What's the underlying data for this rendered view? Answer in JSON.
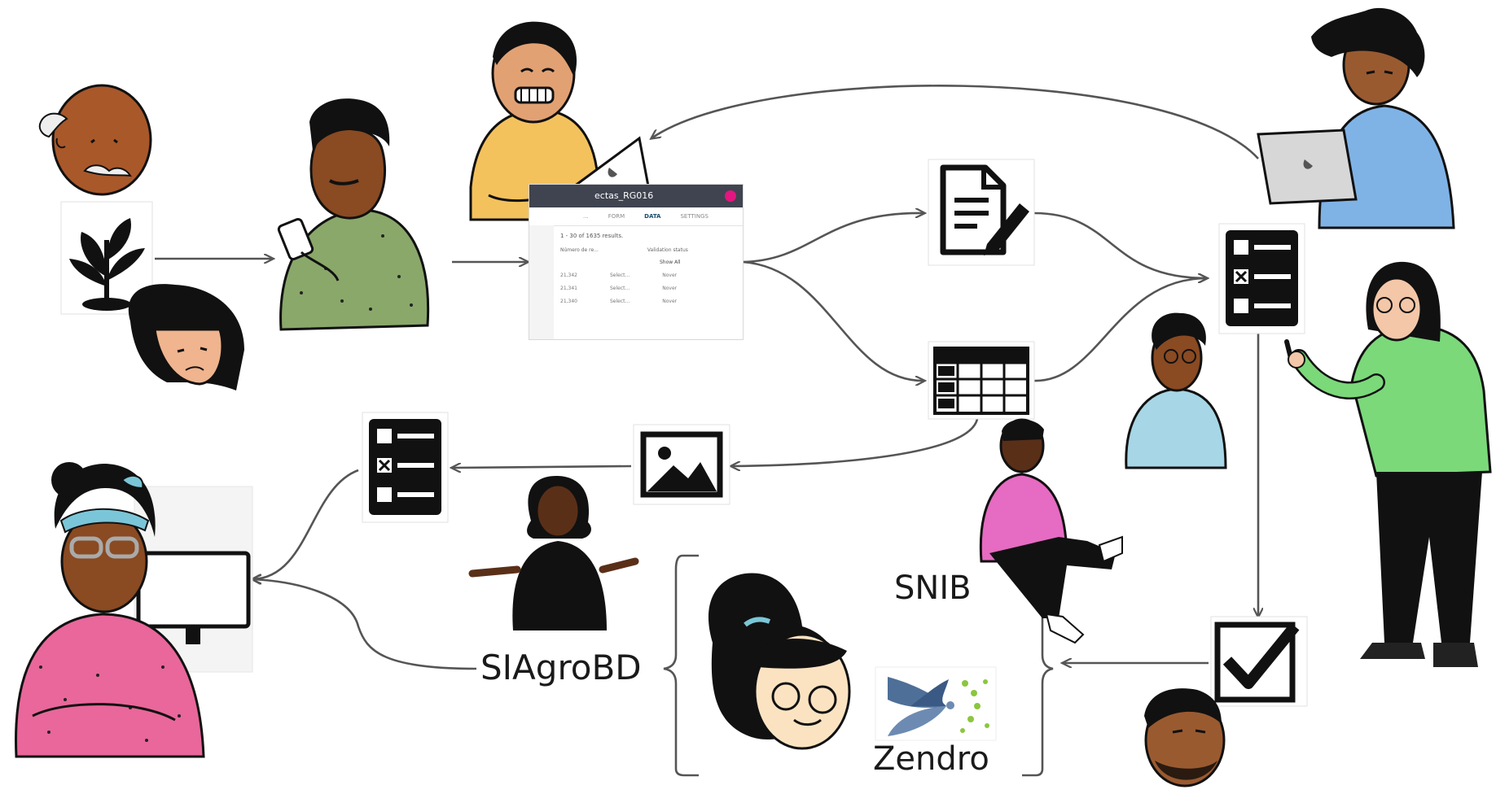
{
  "labels": {
    "siagrobd": "SIAgroBD",
    "snib": "SNIB",
    "zendro": "Zendro"
  },
  "screenshot": {
    "title": "ectas_RG016",
    "tabs": [
      "...",
      "FORM",
      "DATA",
      "SETTINGS"
    ],
    "active_tab": "DATA",
    "results": "1 - 30 of 1635 results.",
    "col1": "Número de re...",
    "col2": "Validation status",
    "filter": "Show All",
    "rows": [
      {
        "id": "21,342",
        "select": "Select...",
        "status": "Nover"
      },
      {
        "id": "21,341",
        "select": "Select...",
        "status": "Nover"
      },
      {
        "id": "21,340",
        "select": "Select...",
        "status": "Nover"
      }
    ]
  },
  "colors": {
    "arrow": "#555555",
    "icon": "#111111",
    "green_shirt": "#7bd97a",
    "pink_sweater": "#e9679b",
    "blue_shirt": "#7fb3e6",
    "yellow_shirt": "#f4c25c",
    "olive_shirt": "#8aa86a"
  },
  "icons": [
    "plant-icon",
    "document-edit-icon",
    "checklist-icon",
    "table-icon",
    "image-icon",
    "checkbox-check-icon",
    "zendro-logo-icon"
  ]
}
